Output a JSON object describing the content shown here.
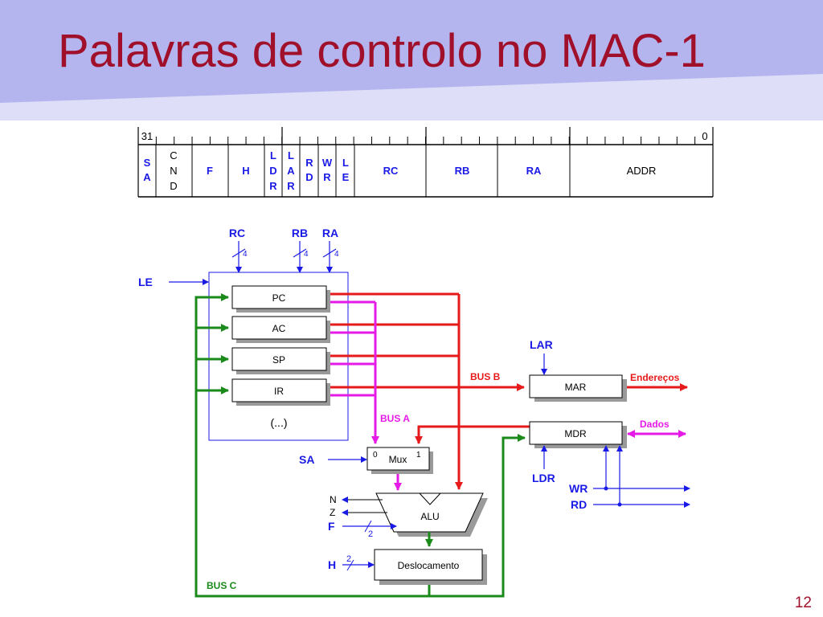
{
  "title": "Palavras de controlo no MAC-1",
  "page_number": "12",
  "colors": {
    "title": "#a0102b",
    "header_band": "#b4b4ee",
    "header_band_light": "#dedef8",
    "blue": "#1a1ae6",
    "red": "#e61a1a",
    "magenta": "#e61ae6",
    "green": "#1a8a1a"
  },
  "control_word": {
    "bit_high": "31",
    "bit_low": "0",
    "fields": {
      "sa": [
        "S",
        "A"
      ],
      "cnd": [
        "C",
        "N",
        "D"
      ],
      "f": "F",
      "h": "H",
      "ldr": [
        "L",
        "D",
        "R"
      ],
      "lar": [
        "L",
        "A",
        "R"
      ],
      "rd": [
        "R",
        "D"
      ],
      "wr": [
        "W",
        "R"
      ],
      "le": [
        "L",
        "E"
      ],
      "rc": "RC",
      "rb": "RB",
      "ra": "RA",
      "addr": "ADDR"
    }
  },
  "datapath": {
    "inputs": {
      "rc": "RC",
      "rb": "RB",
      "ra": "RA",
      "width": "4"
    },
    "signals": {
      "le": "LE",
      "lar": "LAR",
      "ldr": "LDR",
      "sa": "SA",
      "wr": "WR",
      "rd": "RD",
      "f": "F",
      "h": "H",
      "n": "N",
      "z": "Z",
      "f_width": "2",
      "h_width": "2"
    },
    "registers": [
      "PC",
      "AC",
      "SP",
      "IR"
    ],
    "registers_more": "(...)",
    "mar": "MAR",
    "mdr": "MDR",
    "mux": {
      "label": "Mux",
      "in0": "0",
      "in1": "1"
    },
    "alu": "ALU",
    "shifter": "Deslocamento",
    "buses": {
      "bus_a": "BUS A",
      "bus_b": "BUS B",
      "bus_c": "BUS C",
      "enderecos": "Endereços",
      "dados": "Dados"
    }
  }
}
